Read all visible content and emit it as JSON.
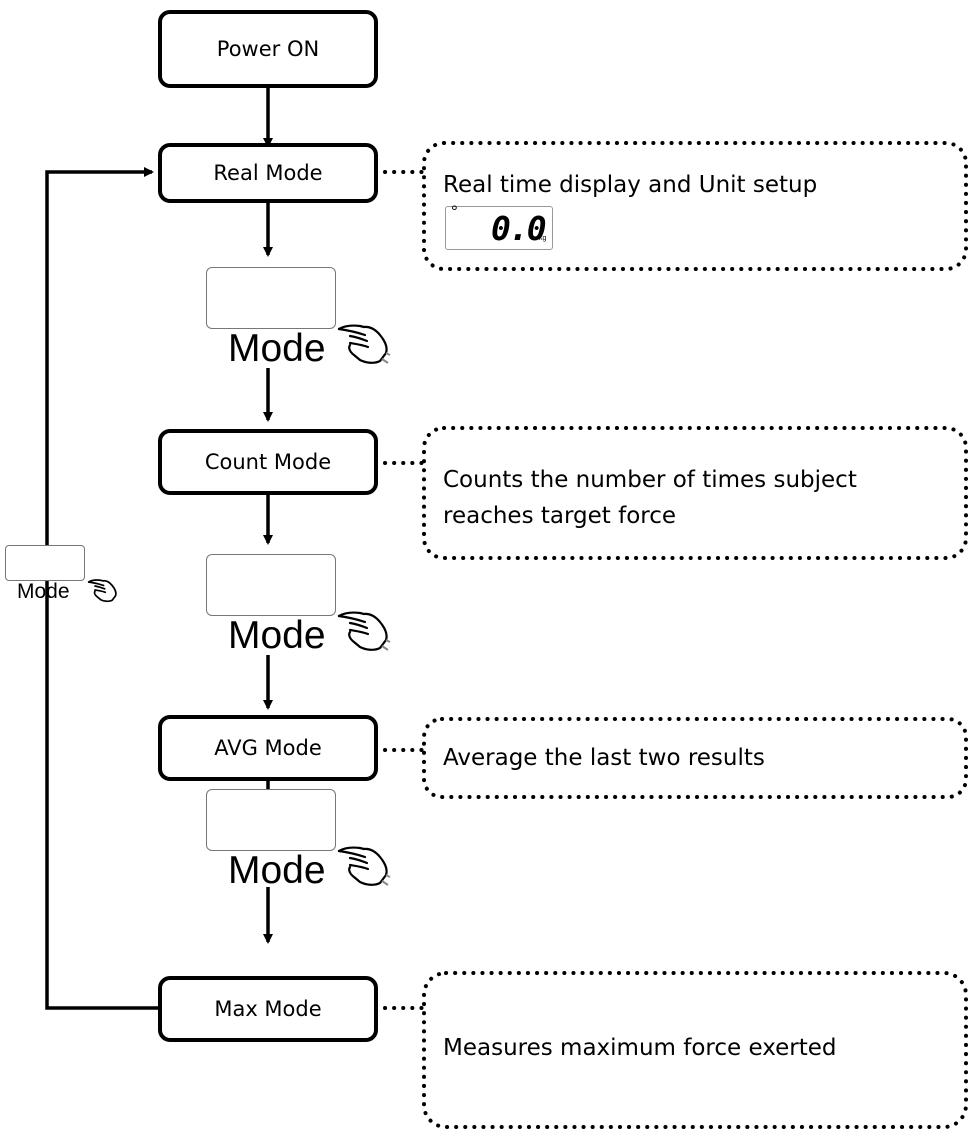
{
  "nodes": {
    "power_on": "Power ON",
    "real_mode": "Real Mode",
    "count_mode": "Count Mode",
    "avg_mode": "AVG Mode",
    "max_mode": "Max Mode"
  },
  "notes": {
    "real": "Real time display and Unit setup",
    "count_line1": "Counts the number of times subject",
    "count_line2": "reaches target force",
    "avg": "Average the last two results",
    "max": "Measures maximum force exerted"
  },
  "lcd": {
    "value": "0.0",
    "unit": "kg",
    "indicator": "°"
  },
  "mode_button_label": "Mode",
  "icons": {
    "press": "hand-pointer-icon"
  }
}
